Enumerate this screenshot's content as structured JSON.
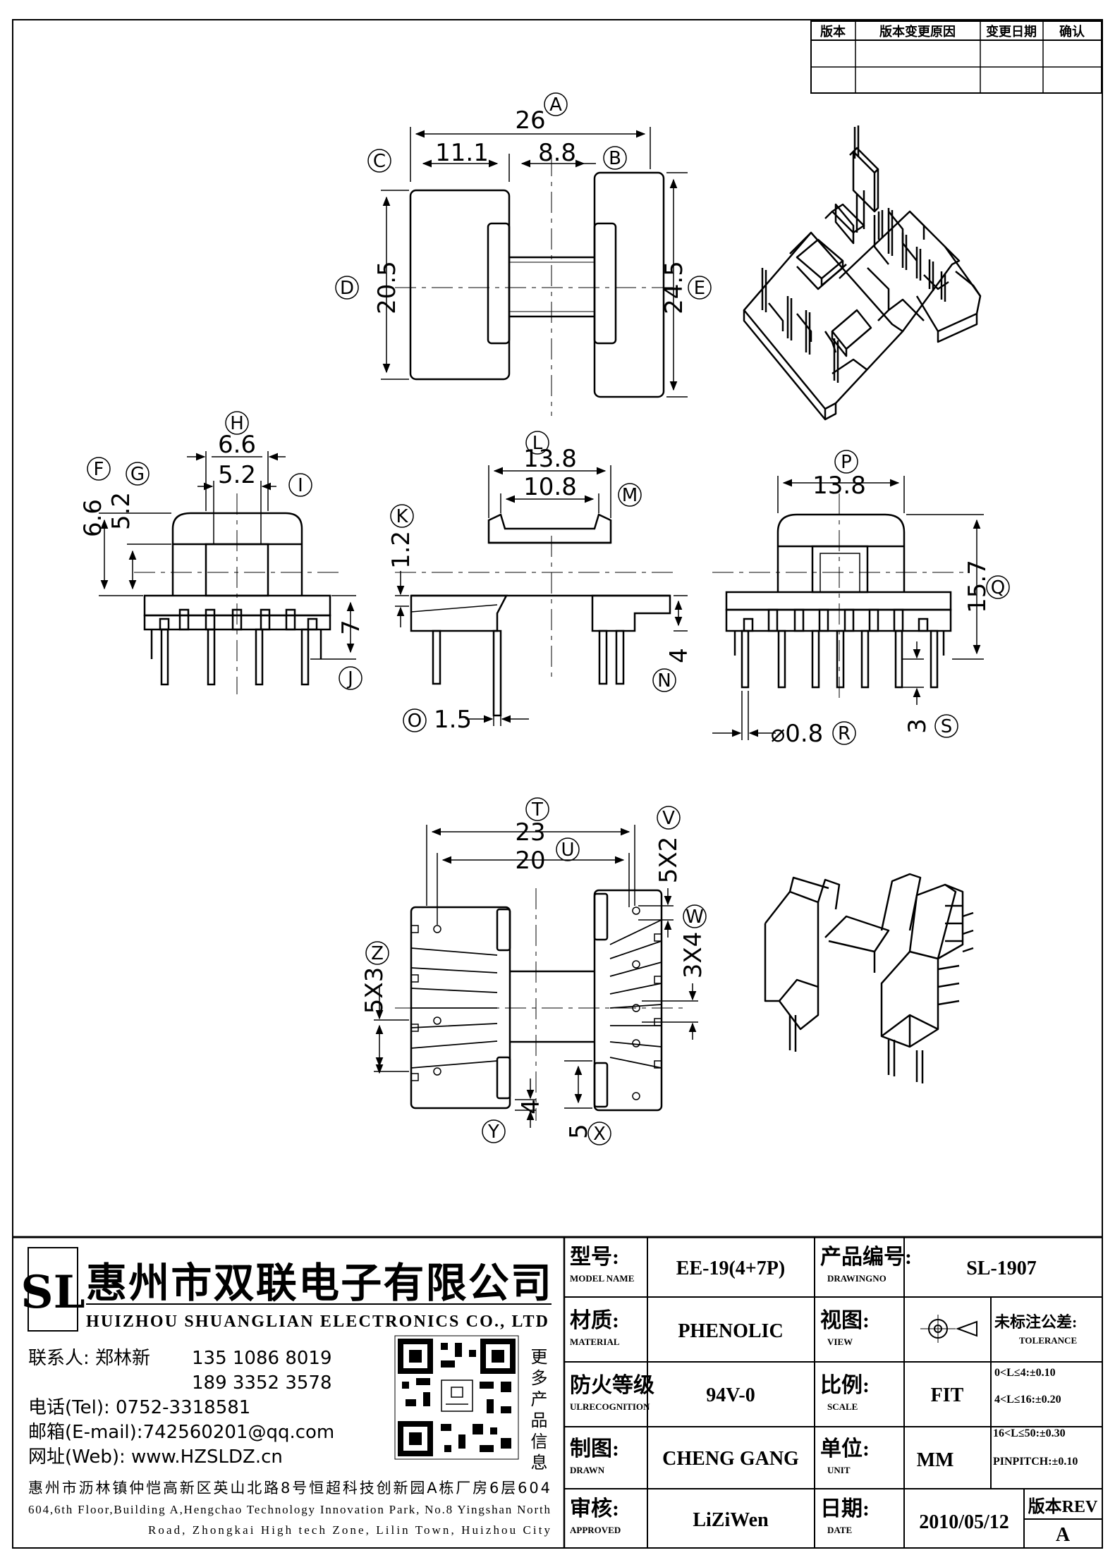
{
  "revision_table": {
    "headers": [
      "版本",
      "版本变更原因",
      "变更日期",
      "确认"
    ]
  },
  "dimensions": {
    "A": "A",
    "B": "B",
    "C": "C",
    "D": "D",
    "E": "E",
    "F": "F",
    "G": "G",
    "H": "H",
    "I": "I",
    "J": "J",
    "K": "K",
    "L": "L",
    "M": "M",
    "N": "N",
    "O": "O",
    "P": "P",
    "Q": "Q",
    "R": "R",
    "S": "S",
    "T": "T",
    "U": "U",
    "V": "V",
    "W": "W",
    "X": "X",
    "Y": "Y",
    "Z": "Z",
    "v_26": "26",
    "v_11_1": "11.1",
    "v_8_8": "8.8",
    "v_20_5": "20.5",
    "v_24_5": "24.5",
    "v_6_6": "6.6",
    "v_5_2": "5.2",
    "v_6_6_side": "6.6",
    "v_5_2_side": "5.2",
    "v_7": "7",
    "v_13_8_L": "13.8",
    "v_10_8": "10.8",
    "v_1_2": "1.2",
    "v_4": "4",
    "v_1_5": "1.5",
    "v_13_8_P": "13.8",
    "v_15_7": "15.7",
    "v_0_8": "⌀0.8",
    "v_3": "3",
    "v_23": "23",
    "v_20": "20",
    "v_5x2": "5X2",
    "v_3x4": "3X4",
    "v_5x3": "5X3",
    "v_4_bottom": "4",
    "v_5_bottom": "5"
  },
  "company": {
    "logo_letters": "SL",
    "name_cn": "惠州市双联电子有限公司",
    "name_en": "HUIZHOU SHUANGLIAN ELECTRONICS CO., LTD",
    "contact_label": "联系人: 郑林新",
    "phone1": "135 1086 8019",
    "phone2": "189 3352 3578",
    "tel": "电话(Tel): 0752-3318581",
    "email": "邮箱(E-mail):742560201@qq.com",
    "web": "网址(Web): www.HZSLDZ.cn",
    "qr_side": "更多产品信息",
    "address_cn": "惠州市沥林镇仲恺高新区英山北路8号恒超科技创新园A栋厂房6层604",
    "address_en_1": "604,6th Floor,Building A,Hengchao Technology Innovation Park, No.8 Yingshan North",
    "address_en_2": "Road, Zhongkai High tech Zone, Lilin Town, Huizhou City"
  },
  "title_block": {
    "model_label": "型号:",
    "model_label_en": "MODEL NAME",
    "model_value": "EE-19(4+7P)",
    "drawing_label": "产品编号:",
    "drawing_label_en": "DRAWINGNO",
    "drawing_value": "SL-1907",
    "material_label": "材质:",
    "material_label_en": "MATERIAL",
    "material_value": "PHENOLIC",
    "view_label": "视图:",
    "view_label_en": "VIEW",
    "tolerance_label": "未标注公差:",
    "tolerance_label_en": "TOLERANCE",
    "tol1": "0<L≤4:±0.10",
    "tol2": "4<L≤16:±0.20",
    "tol3": "16<L≤50:±0.30",
    "tol4": "PINPITCH:±0.10",
    "flame_label": "防火等级",
    "flame_label_en": "ULRECOGNITION",
    "flame_value": "94V-0",
    "scale_label": "比例:",
    "scale_label_en": "SCALE",
    "scale_value": "FIT",
    "drawn_label": "制图:",
    "drawn_label_en": "DRAWN",
    "drawn_value": "CHENG GANG",
    "unit_label": "单位:",
    "unit_label_en": "UNIT",
    "unit_value": "MM",
    "approved_label": "审核:",
    "approved_label_en": "APPROVED",
    "approved_value": "LiZiWen",
    "date_label": "日期:",
    "date_label_en": "DATE",
    "date_value": "2010/05/12",
    "rev_label": "版本REV",
    "rev_value": "A"
  }
}
